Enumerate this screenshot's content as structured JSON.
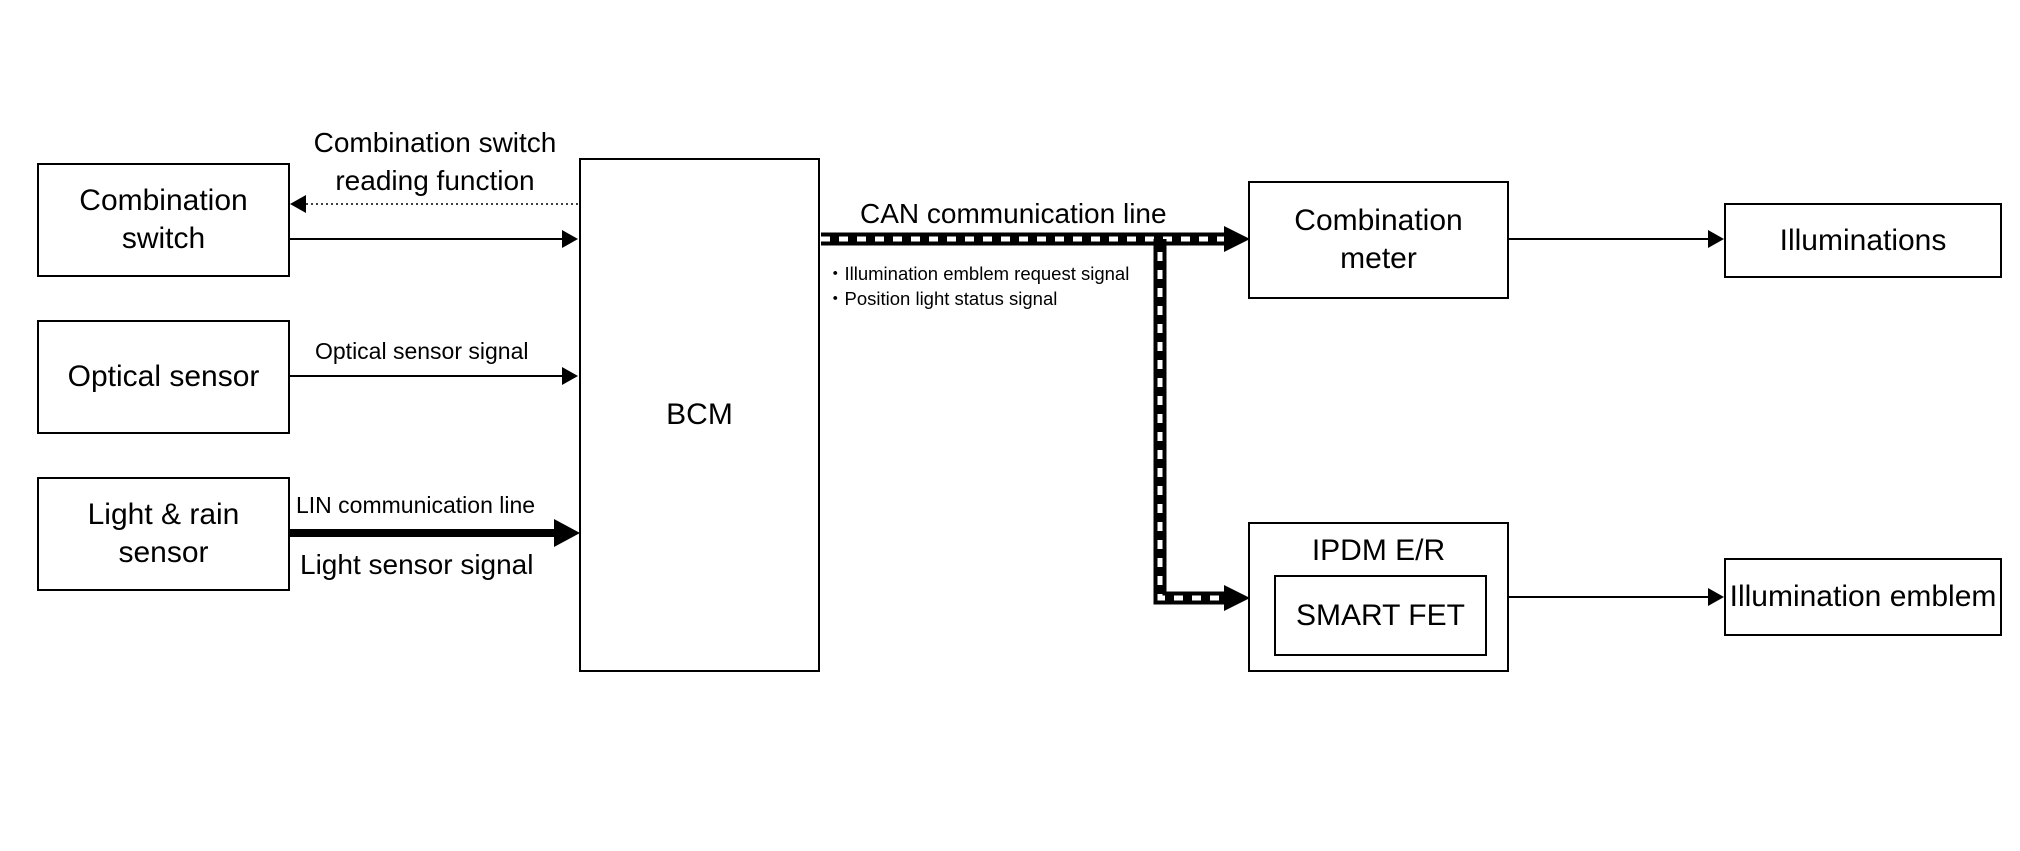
{
  "blocks": {
    "combination_switch": "Combination\nswitch",
    "optical_sensor": "Optical sensor",
    "light_rain_sensor": "Light & rain\nsensor",
    "bcm": "BCM",
    "combination_meter": "Combination\nmeter",
    "illuminations": "Illuminations",
    "ipdm": "IPDM E/R",
    "smart_fet": "SMART FET",
    "illumination_emblem": "Illumination emblem"
  },
  "signals": {
    "combination_switch_reading": "Combination switch\nreading function",
    "optical_sensor_signal": "Optical sensor signal",
    "lin_line": "LIN communication line",
    "light_sensor_signal": "Light sensor signal",
    "can_line": "CAN communication line",
    "can_signals": [
      "・Illumination emblem request signal",
      "・Position light status signal"
    ]
  },
  "colors": {
    "line": "#000000",
    "background": "#ffffff"
  }
}
